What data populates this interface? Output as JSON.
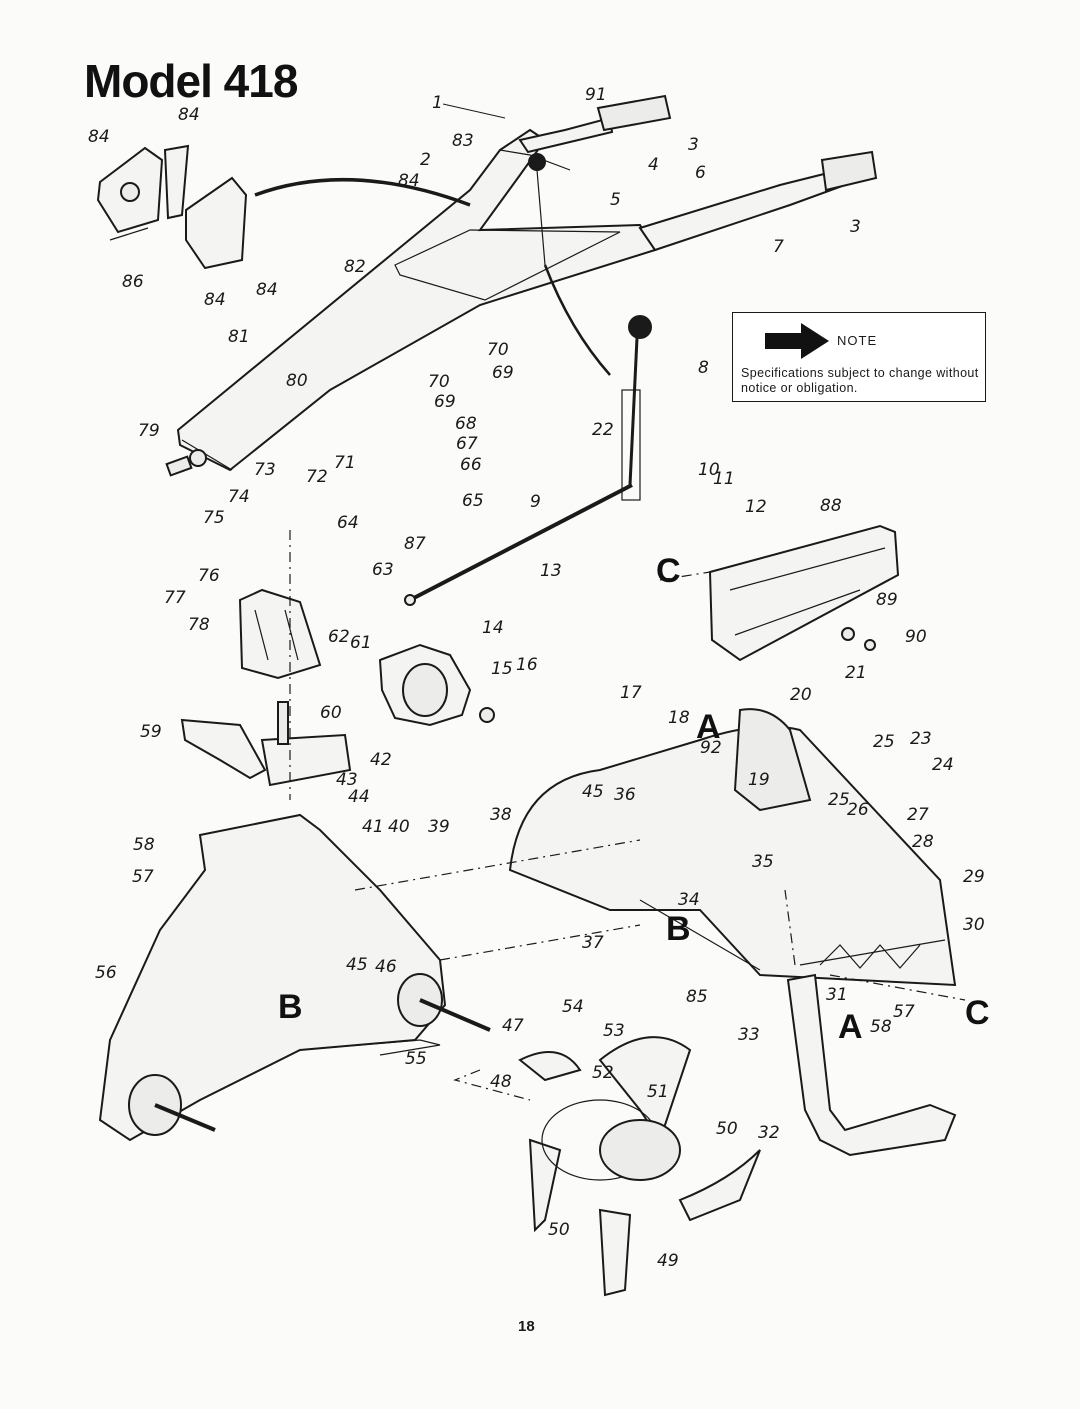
{
  "title": "Model 418",
  "note": {
    "label": "NOTE",
    "text": "Specifications subject to change without notice or obligation."
  },
  "page_number": "18",
  "section_markers": [
    "A",
    "B",
    "C"
  ],
  "part_numbers": [
    "1",
    "2",
    "3",
    "4",
    "5",
    "6",
    "7",
    "8",
    "9",
    "10",
    "11",
    "12",
    "13",
    "14",
    "15",
    "16",
    "17",
    "18",
    "19",
    "20",
    "21",
    "22",
    "23",
    "24",
    "25",
    "26",
    "27",
    "28",
    "29",
    "30",
    "31",
    "32",
    "33",
    "34",
    "35",
    "36",
    "37",
    "38",
    "39",
    "40",
    "41",
    "42",
    "43",
    "44",
    "45",
    "46",
    "47",
    "48",
    "49",
    "50",
    "51",
    "52",
    "53",
    "54",
    "55",
    "56",
    "57",
    "58",
    "59",
    "60",
    "61",
    "62",
    "63",
    "64",
    "65",
    "66",
    "67",
    "68",
    "69",
    "70",
    "71",
    "72",
    "73",
    "74",
    "75",
    "76",
    "77",
    "78",
    "79",
    "80",
    "81",
    "82",
    "83",
    "84",
    "85",
    "86",
    "87",
    "88",
    "89",
    "90",
    "91",
    "92"
  ]
}
